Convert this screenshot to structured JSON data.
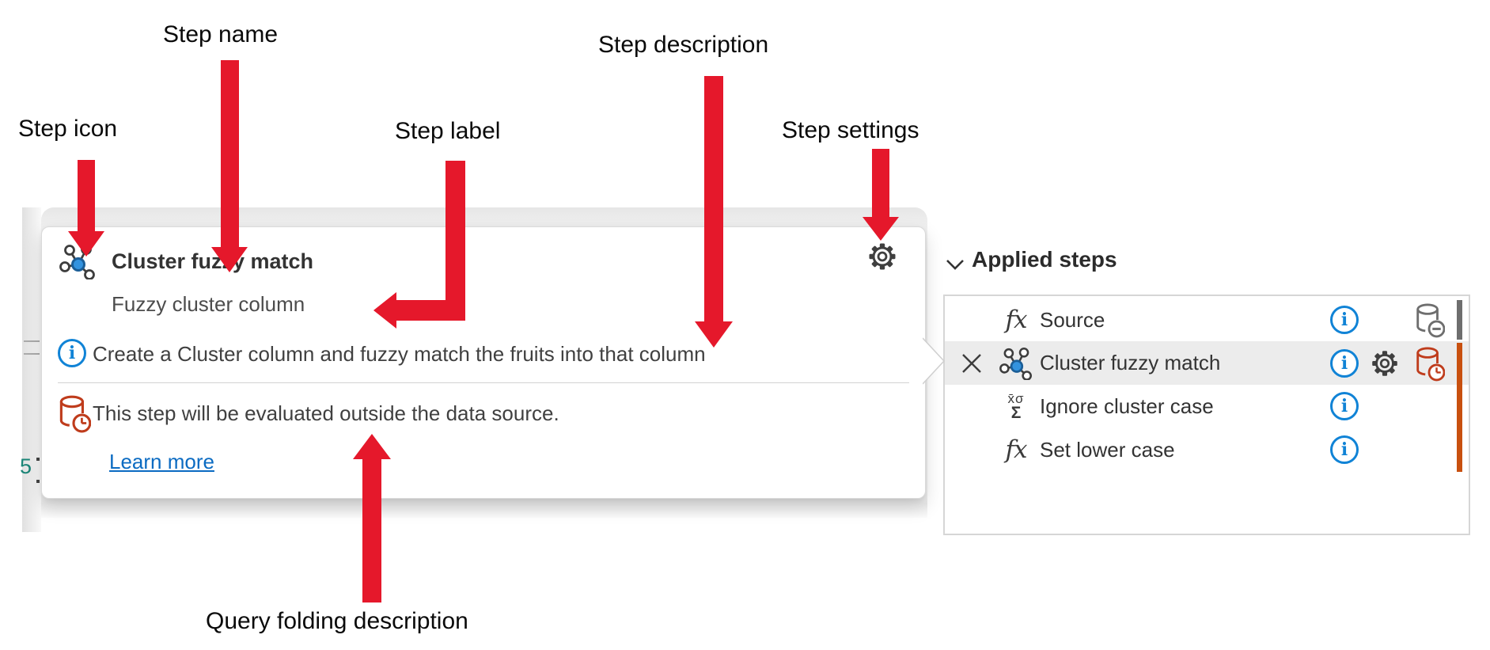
{
  "annotations": {
    "step_icon": "Step icon",
    "step_name": "Step name",
    "step_label": "Step label",
    "step_description": "Step description",
    "step_settings": "Step settings",
    "query_folding_description": "Query folding description"
  },
  "step_tooltip": {
    "title": "Cluster fuzzy match",
    "step_label": "Fuzzy cluster column",
    "description": "Create a Cluster column and fuzzy match the fruits into that column",
    "query_folding_message": "This step will be evaluated outside the data source.",
    "learn_more_link": "Learn more",
    "step_icon": "cluster-icon",
    "settings_icon": "gear-icon",
    "description_icon": "info-icon",
    "folding_icon": "database-clock-icon"
  },
  "editor_fragment": {
    "line_number": "5"
  },
  "applied_steps_panel": {
    "header": "Applied steps",
    "steps": [
      {
        "name": "Source",
        "icon": "fx-icon",
        "has_info": true,
        "folding_icon": "database-minus-icon",
        "folding_bar": "gray"
      },
      {
        "name": "Cluster fuzzy match",
        "icon": "cluster-icon",
        "selected": true,
        "has_close": true,
        "has_info": true,
        "has_settings": true,
        "folding_icon": "database-clock-icon",
        "folding_bar": "orange"
      },
      {
        "name": "Ignore cluster case",
        "icon": "sigma-statistics-icon",
        "has_info": true,
        "folding_bar": "orange"
      },
      {
        "name": "Set lower case",
        "icon": "fx-icon",
        "has_info": true,
        "folding_bar": "orange"
      }
    ]
  },
  "icon_glyphs": {
    "fx": "fx",
    "info": "i",
    "sigma_top": "x̄σ",
    "sigma_bottom": "Σ"
  },
  "colors": {
    "arrow_red": "#e5182b",
    "info_blue": "#1083d6",
    "link_blue": "#0b6bc2",
    "folding_red": "#bf3c1c",
    "folding_bar_orange": "#c8500f",
    "folding_bar_gray": "#6e6e6e",
    "selected_row_bg": "#ececec",
    "backdrop_gray": "#f2f2f2",
    "line_number_green": "#1b8577"
  }
}
